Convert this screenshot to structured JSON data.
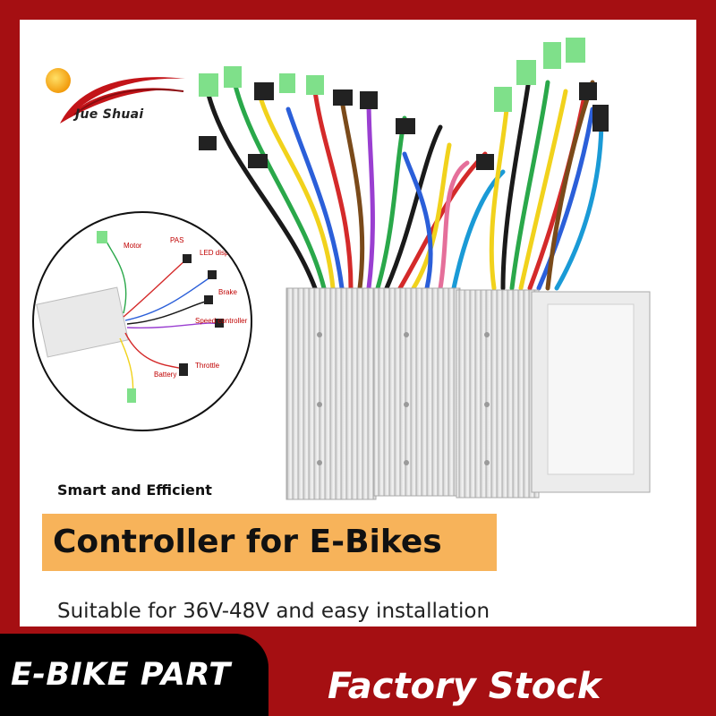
{
  "brand": {
    "name": "Jue Shuai",
    "logo_icon": "jue-shuai-swoosh-logo"
  },
  "inset_diagram": {
    "labels": {
      "motor": "Motor",
      "pas": "PAS",
      "led_display": "LED display",
      "brake": "Brake",
      "speed_controller": "Speed controller",
      "throttle": "Throttle",
      "battery": "Battery"
    }
  },
  "product_image": "four-aluminium-ebike-controllers-with-wiring",
  "tagline": "Smart and Efficient",
  "headline": "Controller for E-Bikes",
  "subline": "Suitable for 36V-48V and easy installation",
  "badge_left": "E-BIKE PART",
  "badge_right": "Factory Stock",
  "colors": {
    "frame": "#a50f12",
    "highlight": "#f7b35a",
    "badge": "#000000",
    "text": "#111111"
  }
}
